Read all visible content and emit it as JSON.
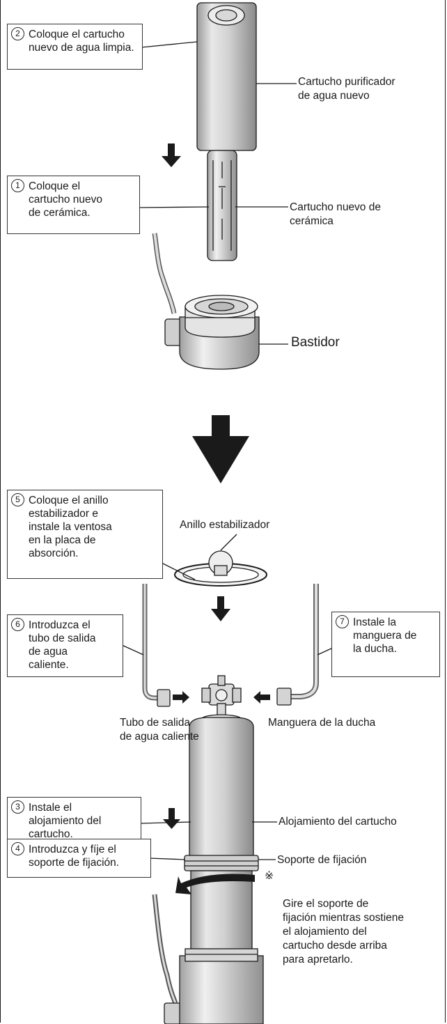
{
  "steps": {
    "s2": {
      "num": "2",
      "text": "Coloque el cartucho\nnuevo de agua limpia."
    },
    "s1": {
      "num": "1",
      "text": "Coloque el\ncartucho nuevo\nde cerámica."
    },
    "s5": {
      "num": "5",
      "text": "Coloque el anillo\nestabilizador e\ninstale la ventosa\nen la placa de\nabsorción."
    },
    "s6": {
      "num": "6",
      "text": "Introduzca el\ntubo de salida\nde agua\ncaliente."
    },
    "s7": {
      "num": "7",
      "text": "Instale la\nmanguera de\nla ducha."
    },
    "s3": {
      "num": "3",
      "text": "Instale el\nalojamiento del\ncartucho."
    },
    "s4": {
      "num": "4",
      "text": "Introduzca y fíje el\nsoporte de fijación."
    }
  },
  "labels": {
    "purifier": "Cartucho purificador\nde agua nuevo",
    "ceramic": "Cartucho nuevo de\ncerámica",
    "frame": "Bastidor",
    "ring": "Anillo estabilizador",
    "hot_tube": "Tubo de salida\nde agua caliente",
    "shower_hose": "Manguera de la ducha",
    "housing": "Alojamiento del cartucho",
    "bracket": "Soporte de fijación"
  },
  "note": {
    "mark": "※",
    "text": "Gire el soporte de\nfijación mientras sostiene\nel alojamiento del\ncartucho desde arriba\npara apretarlo."
  },
  "colors": {
    "line": "#1a1a1a",
    "fill": "#ffffff",
    "shade": "#bdbdbd",
    "arrow": "#1a1a1a"
  }
}
